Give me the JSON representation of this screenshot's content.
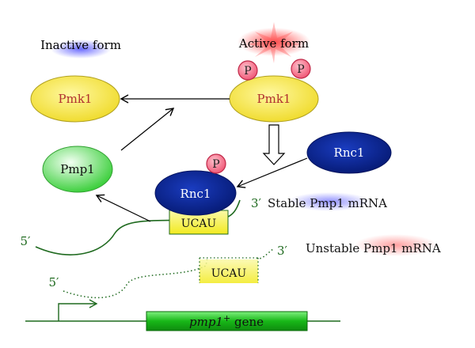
{
  "labels": {
    "inactive_form": "Inactive form",
    "active_form": "Active form",
    "stable_mrna": "Stable Pmp1 mRNA",
    "unstable_mrna": "Unstable Pmp1 mRNA"
  },
  "nodes": {
    "pmk1_inactive": "Pmk1",
    "pmk1_active": "Pmk1",
    "pmp1": "Pmp1",
    "rnc1_free": "Rnc1",
    "rnc1_bound": "Rnc1"
  },
  "phospho_label": "P",
  "motif": "UCAU",
  "ends": {
    "five": "5′",
    "three": "3′"
  },
  "gene": {
    "name": "pmp1",
    "superscript": "+",
    "suffix": " gene"
  },
  "colors": {
    "pmk1_fill": "#f0e040",
    "pmk1_text": "#b03030",
    "pmp1_fill": "#60e060",
    "rnc1_fill": "#0a2a9a",
    "phospho_fill": "#f4728a",
    "mrna_line": "#1f6a1f",
    "gene_box": "#22c022",
    "motif_box": "#f6f23a",
    "glow_blue": "#6b6bff",
    "glow_red": "#ff5050"
  }
}
